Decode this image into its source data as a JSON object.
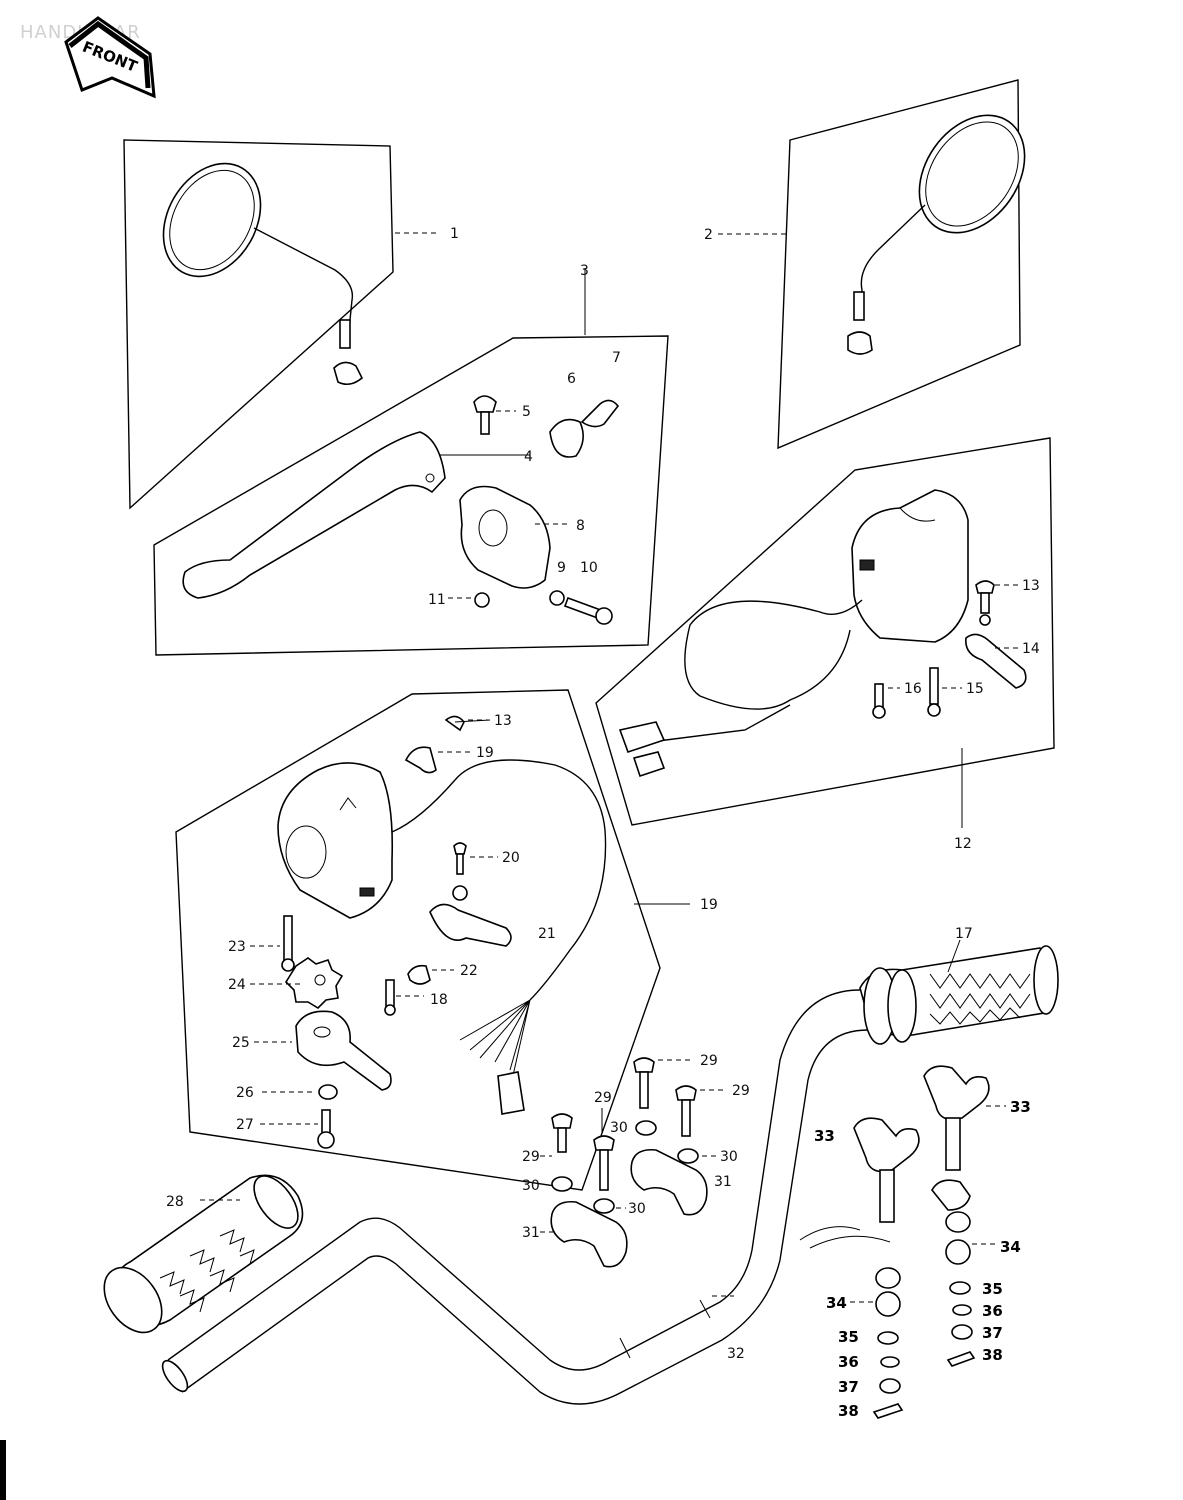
{
  "title": "HANDLEBAR",
  "front_label": "FRONT",
  "labels": {
    "p1": "1",
    "p2": "2",
    "p3": "3",
    "p4": "4",
    "p5": "5",
    "p6": "6",
    "p7": "7",
    "p8": "8",
    "p9": "9",
    "p10": "10",
    "p11": "11",
    "p12": "12",
    "p13a": "13",
    "p13b": "13",
    "p14": "14",
    "p15": "15",
    "p16": "16",
    "p17": "17",
    "p18": "18",
    "p19a": "19",
    "p19b": "19",
    "p20": "20",
    "p21": "21",
    "p22": "22",
    "p23": "23",
    "p24": "24",
    "p25": "25",
    "p26": "26",
    "p27": "27",
    "p28": "28",
    "p29a": "29",
    "p29b": "29",
    "p29c": "29",
    "p29d": "29",
    "p30a": "30",
    "p30b": "30",
    "p30c": "30",
    "p30d": "30",
    "p31a": "31",
    "p31b": "31",
    "p32": "32",
    "p33a": "33",
    "p33b": "33",
    "p34a": "34",
    "p34b": "34",
    "p35a": "35",
    "p35b": "35",
    "p36a": "36",
    "p36b": "36",
    "p37a": "37",
    "p37b": "37",
    "p38a": "38",
    "p38b": "38"
  }
}
